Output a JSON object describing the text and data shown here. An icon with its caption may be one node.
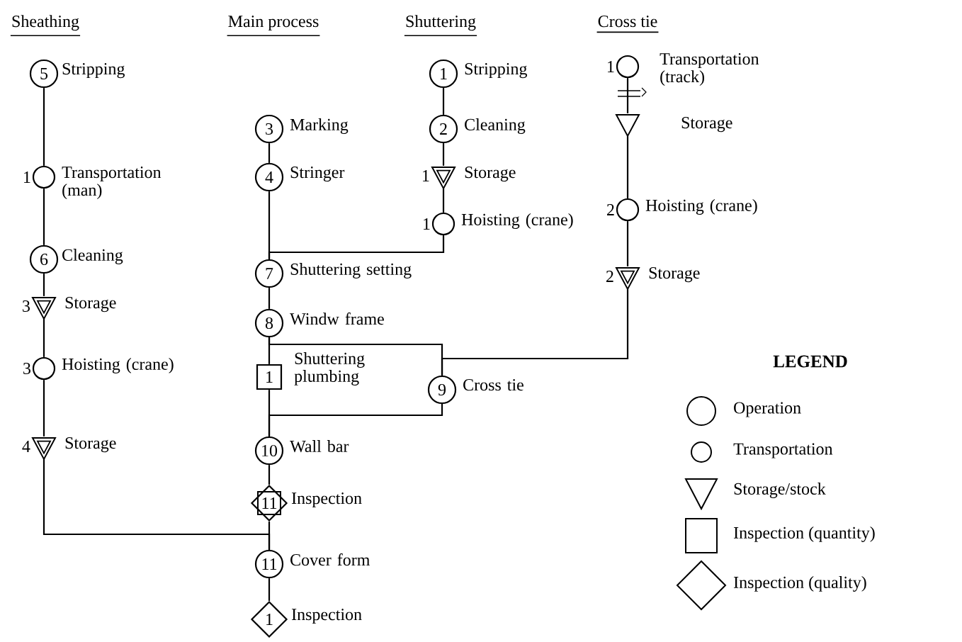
{
  "diagram": {
    "nodes": [
      {
        "text": [
          "5"
        ],
        "beside": [
          "Stripping"
        ]
      },
      {
        "text": [
          "1"
        ],
        "beside": [
          "Transportation (man)"
        ]
      },
      {
        "text": [
          "6"
        ],
        "beside": [
          "Cleaning"
        ]
      },
      {
        "text": [
          "3"
        ],
        "beside": [
          "Storage"
        ]
      },
      {
        "text": [
          "3"
        ],
        "beside": [
          "Hoisting (crane)"
        ]
      },
      {
        "text": [
          "4"
        ],
        "beside": [
          "Storage"
        ]
      },
      {
        "text": [
          "3"
        ],
        "beside": [
          "Marking"
        ]
      },
      {
        "text": [
          "4"
        ],
        "beside": [
          "Stringer"
        ]
      },
      {
        "text": [
          "7"
        ],
        "beside": [
          "Shuttering setting"
        ]
      },
      {
        "text": [
          "8"
        ],
        "beside": [
          "Windw frame"
        ]
      },
      {
        "text": [
          "1"
        ],
        "beside": [
          "Shuttering plumbing"
        ]
      },
      {
        "text": [
          "9"
        ],
        "beside": [
          "Cross tie"
        ]
      },
      {
        "text": [
          "10"
        ],
        "beside": [
          "Wall bar"
        ]
      },
      {
        "text": [
          "11"
        ],
        "beside": [
          "Inspection"
        ]
      },
      {
        "text": [
          "11"
        ],
        "beside": [
          "Cover form"
        ]
      },
      {
        "text": [
          "1"
        ],
        "beside": [
          "Inspection"
        ]
      },
      {
        "text": [
          "1"
        ],
        "beside": [
          "Stripping"
        ]
      },
      {
        "text": [
          "2"
        ],
        "beside": [
          "Cleaning"
        ]
      },
      {
        "text": [
          "1"
        ],
        "beside": [
          "Storage"
        ]
      },
      {
        "text": [
          "1"
        ],
        "beside": [
          "Hoisting (crane)"
        ]
      },
      {
        "text": [
          "1"
        ],
        "beside": [
          "Transportation (track)"
        ]
      },
      {
        "text": [],
        "shape": "triangle",
        "beside": [
          "Storage"
        ]
      },
      {
        "text": [
          "2"
        ],
        "beside": [
          "Hoisting (crane)"
        ]
      },
      {
        "text": [
          "2"
        ],
        "beside": [
          "Storage"
        ]
      }
    ],
    "edges": [
      {
        "from": 0,
        "to": 1,
        "arrow": "none"
      },
      {
        "from": 1,
        "to": 2,
        "arrow": "none"
      },
      {
        "from": 2,
        "to": 3,
        "arrow": "none"
      },
      {
        "from": 3,
        "to": 4,
        "arrow": "none"
      },
      {
        "from": 4,
        "to": 5,
        "arrow": "none"
      },
      {
        "from": 5,
        "to": 14,
        "arrow": "none"
      },
      {
        "from": 6,
        "to": 7,
        "arrow": "none"
      },
      {
        "from": 7,
        "to": 8,
        "arrow": "none"
      },
      {
        "from": 8,
        "to": 9,
        "arrow": "none"
      },
      {
        "from": 9,
        "to": 10,
        "arrow": "none"
      },
      {
        "from": 9,
        "to": 11,
        "arrow": "none"
      },
      {
        "from": 10,
        "to": 12,
        "arrow": "none"
      },
      {
        "from": 11,
        "to": 12,
        "arrow": "none"
      },
      {
        "from": 12,
        "to": 13,
        "arrow": "none"
      },
      {
        "from": 13,
        "to": 14,
        "arrow": "none"
      },
      {
        "from": 14,
        "to": 15,
        "arrow": "none"
      },
      {
        "from": 16,
        "to": 17,
        "arrow": "none"
      },
      {
        "from": 17,
        "to": 18,
        "arrow": "none"
      },
      {
        "from": 18,
        "to": 19,
        "arrow": "none"
      },
      {
        "from": 19,
        "to": 8,
        "arrow": "none"
      },
      {
        "from": 20,
        "to": 21,
        "arrow": "none"
      },
      {
        "from": 21,
        "to": 22,
        "arrow": "none"
      },
      {
        "from": 22,
        "to": 23,
        "arrow": "none"
      },
      {
        "from": 23,
        "to": 11,
        "arrow": "none"
      }
    ],
    "labels": [
      "Sheathing",
      "Main process",
      "Shuttering",
      "Cross tie",
      "LEGEND"
    ],
    "legend": [
      {
        "text": "Operation"
      },
      {
        "text": "Transportation"
      },
      {
        "text": "Storage/stock"
      },
      {
        "text": "Inspection (quantity)"
      },
      {
        "text": "Inspection (quality)"
      }
    ]
  }
}
